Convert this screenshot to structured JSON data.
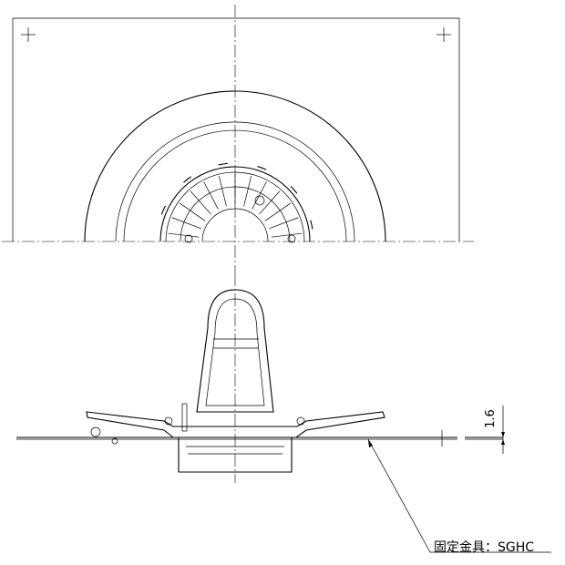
{
  "drawing": {
    "views": [
      "top-view",
      "side-view"
    ],
    "dimension_label": "1.6",
    "material_callout": "固定金具：SGHC"
  }
}
